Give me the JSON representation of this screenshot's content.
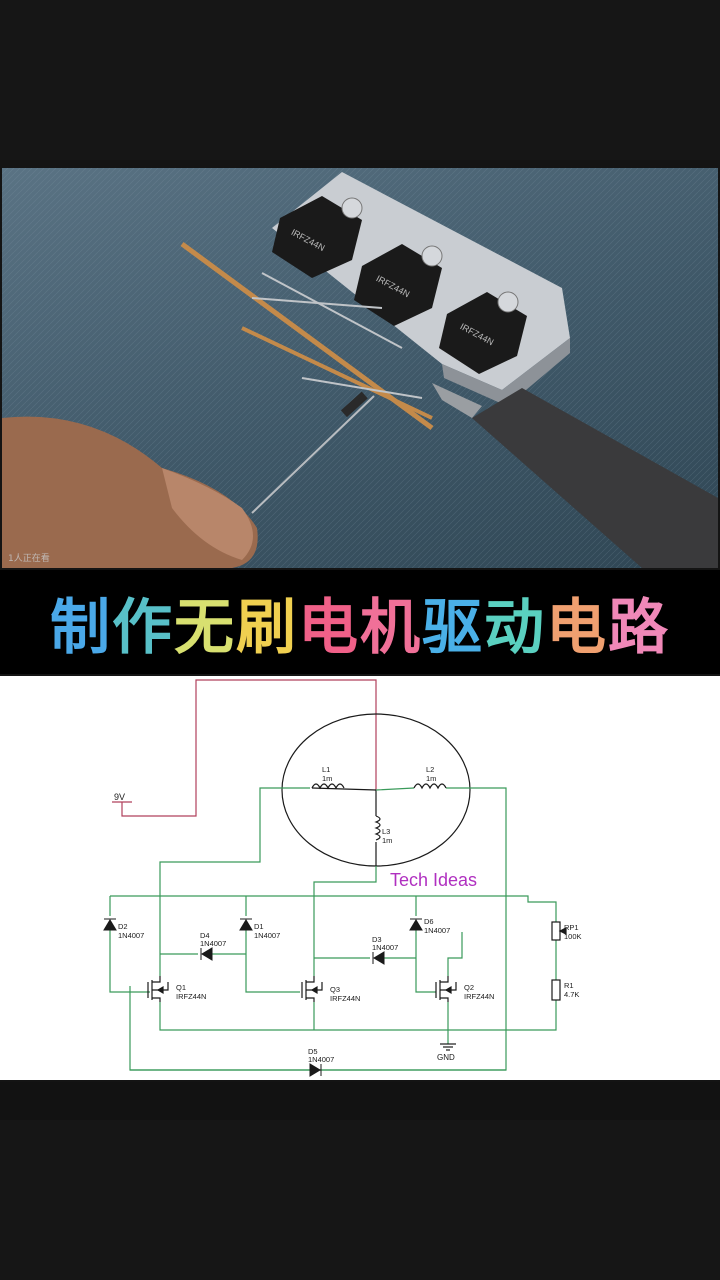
{
  "photo": {
    "viewer_count": "1人正在看",
    "chip_markings": [
      "IRFZ44N",
      "IRFZ44N",
      "IRFZ44N"
    ]
  },
  "title": {
    "chars": [
      "制",
      "作",
      "无",
      "刷",
      "电",
      "机",
      "驱",
      "动",
      "电",
      "路"
    ],
    "colors": [
      "#4aa8e8",
      "#58c0c8",
      "#d8e070",
      "#f0d050",
      "#f06088",
      "#f07098",
      "#4ab0e8",
      "#5ad0c0",
      "#f0a070",
      "#f088b8"
    ]
  },
  "diagram": {
    "watermark": "Tech Ideas",
    "supply": "9V",
    "ground": "GND",
    "inductors": [
      {
        "ref": "L1",
        "value": "1m"
      },
      {
        "ref": "L2",
        "value": "1m"
      },
      {
        "ref": "L3",
        "value": "1m"
      }
    ],
    "diodes": [
      {
        "ref": "D1",
        "part": "1N4007"
      },
      {
        "ref": "D2",
        "part": "1N4007"
      },
      {
        "ref": "D3",
        "part": "1N4007"
      },
      {
        "ref": "D4",
        "part": "1N4007"
      },
      {
        "ref": "D5",
        "part": "1N4007"
      },
      {
        "ref": "D6",
        "part": "1N4007"
      }
    ],
    "mosfets": [
      {
        "ref": "Q1",
        "part": "IRFZ44N"
      },
      {
        "ref": "Q2",
        "part": "IRFZ44N"
      },
      {
        "ref": "Q3",
        "part": "IRFZ44N"
      }
    ],
    "resistors": [
      {
        "ref": "RP1",
        "value": "100K"
      },
      {
        "ref": "R1",
        "value": "4.7K"
      }
    ]
  }
}
